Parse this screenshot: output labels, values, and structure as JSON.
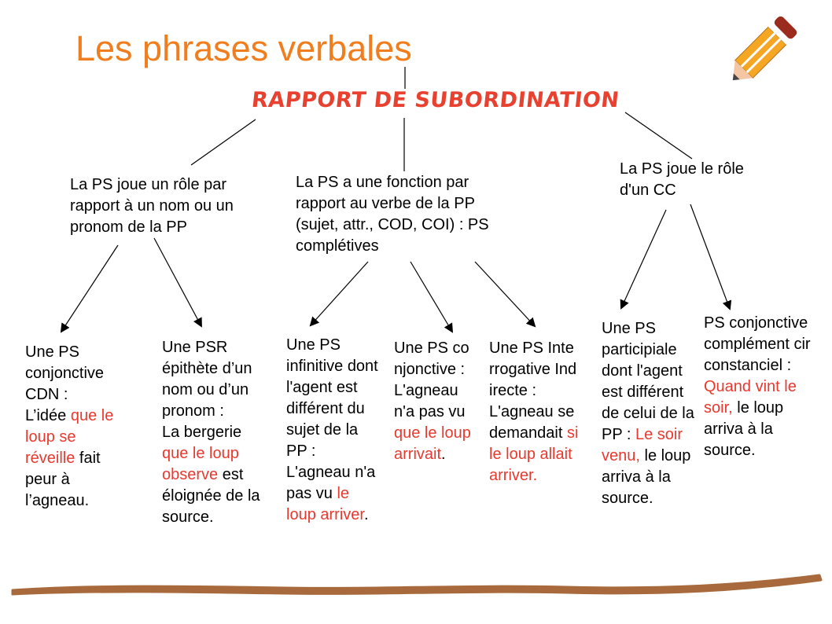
{
  "title": "Les phrases verbales",
  "heading": "RAPPORT DE SUBORDINATION",
  "colors": {
    "title": "#f07d1e",
    "heading": "#e8412f",
    "highlight": "#e8392f",
    "ground": "#a86a3c"
  },
  "icons": {
    "decoration": "pencil-icon",
    "ground": "brush-stroke"
  },
  "branches": [
    {
      "text": "La PS joue un rôle par rapport à un nom ou un pronom de la PP"
    },
    {
      "text": "La PS a une fonction par rapport au verbe de la PP (sujet, attr., COD, COI) : PS complétives"
    },
    {
      "text": "La PS joue le rôle d'un CC"
    }
  ],
  "leaves": [
    {
      "label": "Une PS conjonctive CDN :",
      "before": "L’idée ",
      "highlight": "que le loup se réveille",
      "after": " fait peur à l’agneau."
    },
    {
      "label": "Une PSR épithète d’un nom ou d’un pronom :",
      "before": "La bergerie ",
      "highlight": "que le loup observe",
      "after": " est éloignée de la source."
    },
    {
      "label": "Une PS infinitive dont l'agent est différent du sujet de la PP :",
      "before": "L'agneau n'a pas vu ",
      "highlight": "le loup arriver",
      "after": "."
    },
    {
      "label": "Une PS conjonctive :",
      "before": "L'agneau n'a pas vu ",
      "highlight": "que le loup arrivait",
      "after": "."
    },
    {
      "label": "Une PS Interrogative Indirecte :",
      "before": "L'agneau se demandait ",
      "highlight": "si le loup allait arriver.",
      "after": ""
    },
    {
      "label": "Une PS participiale dont l'agent est différent de celui de la PP :",
      "before": " ",
      "highlight": "Le soir venu,",
      "after": " le loup arriva à la source."
    },
    {
      "label": "PS conjonctive complément circonstanciel :",
      "before": " ",
      "highlight": "Quand vint le soir,",
      "after": " le loup arriva à la source."
    }
  ]
}
